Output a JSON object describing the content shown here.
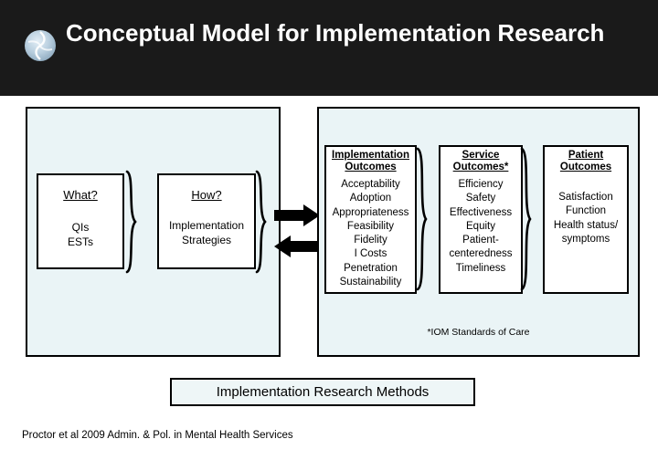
{
  "header": {
    "title": "Conceptual Model for Implementation Research",
    "logo_icon": "swirl-circle-logo",
    "background": "#1a1a1a",
    "text_color": "#ffffff"
  },
  "colors": {
    "panel_fill": "#eaf4f6",
    "box_fill": "#ffffff",
    "outline": "#000000",
    "methods_fill": "#eef6f7"
  },
  "left_panel": {
    "what_box": {
      "title": "What?",
      "body": "QIs\nESTs"
    },
    "how_box": {
      "title": "How?",
      "body": "Implementation\nStrategies"
    }
  },
  "arrows": {
    "top_arrow_icon": "arrow-right-icon",
    "bottom_arrow_icon": "arrow-left-icon"
  },
  "right_panel": {
    "implementation_outcomes": {
      "heading": "Implementation\nOutcomes",
      "items": "Acceptability\nAdoption\nAppropriateness\nFeasibility\nFidelity\nI Costs\nPenetration\nSustainability"
    },
    "service_outcomes": {
      "heading": "Service\nOutcomes*",
      "items": "Efficiency\nSafety\nEffectiveness\nEquity\nPatient-\ncenteredness\nTimeliness"
    },
    "patient_outcomes": {
      "heading": "Patient\nOutcomes",
      "items": "Satisfaction\nFunction\nHealth status/\nsymptoms"
    },
    "footnote": "*IOM Standards of Care"
  },
  "methods_bar": {
    "label": "Implementation Research Methods"
  },
  "citation": "Proctor et al 2009 Admin. & Pol. in Mental Health Services"
}
